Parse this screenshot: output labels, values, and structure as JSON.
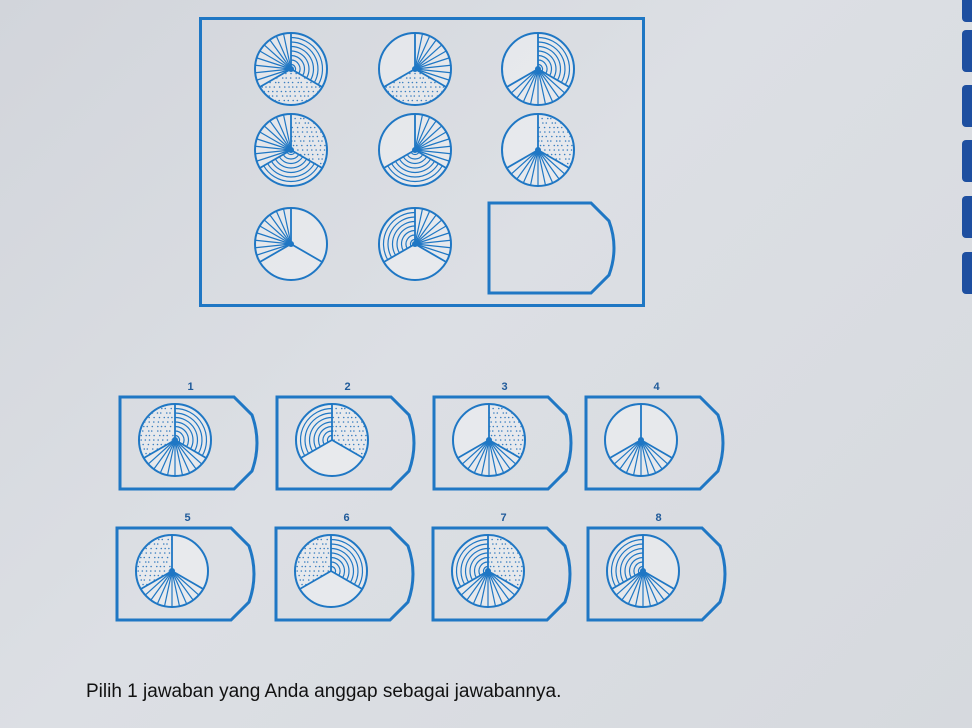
{
  "colors": {
    "stroke": "#1f77c4",
    "dot": "#3b7fc0",
    "text": "#111111",
    "tab": "#1e4fa0"
  },
  "pattern_legend": {
    "rays": "radial lines",
    "arcs": "concentric arcs",
    "dots": "dotted fill",
    "empty": "blank"
  },
  "sector_order": [
    "top-right",
    "bottom",
    "top-left"
  ],
  "matrix": {
    "cells": [
      {
        "row": 1,
        "col": 1,
        "sectors": [
          "arcs",
          "dots",
          "rays"
        ]
      },
      {
        "row": 1,
        "col": 2,
        "sectors": [
          "rays",
          "dots",
          "empty"
        ]
      },
      {
        "row": 1,
        "col": 3,
        "sectors": [
          "arcs",
          "rays",
          "empty"
        ]
      },
      {
        "row": 2,
        "col": 1,
        "sectors": [
          "dots",
          "arcs",
          "rays"
        ]
      },
      {
        "row": 2,
        "col": 2,
        "sectors": [
          "rays",
          "arcs",
          "empty"
        ]
      },
      {
        "row": 2,
        "col": 3,
        "sectors": [
          "dots",
          "rays",
          "empty"
        ]
      },
      {
        "row": 3,
        "col": 1,
        "sectors": [
          "empty",
          "empty",
          "rays"
        ]
      },
      {
        "row": 3,
        "col": 2,
        "sectors": [
          "rays",
          "empty",
          "arcs"
        ]
      }
    ],
    "missing_cell": {
      "row": 3,
      "col": 3
    }
  },
  "options": [
    {
      "label": "1",
      "sectors": [
        "arcs",
        "rays",
        "dots"
      ]
    },
    {
      "label": "2",
      "sectors": [
        "dots",
        "empty",
        "arcs"
      ]
    },
    {
      "label": "3",
      "sectors": [
        "dots",
        "rays",
        "empty"
      ]
    },
    {
      "label": "4",
      "sectors": [
        "empty",
        "rays",
        "empty"
      ]
    },
    {
      "label": "5",
      "sectors": [
        "empty",
        "rays",
        "dots"
      ]
    },
    {
      "label": "6",
      "sectors": [
        "arcs",
        "empty",
        "dots"
      ]
    },
    {
      "label": "7",
      "sectors": [
        "dots",
        "rays",
        "arcs"
      ]
    },
    {
      "label": "8",
      "sectors": [
        "empty",
        "rays",
        "arcs"
      ]
    }
  ],
  "instruction": "Pilih 1 jawaban yang Anda anggap sebagai jawabannya."
}
